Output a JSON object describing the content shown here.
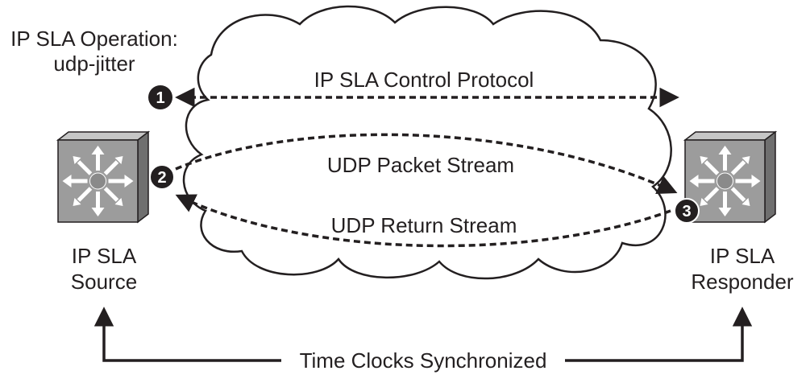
{
  "operation": {
    "line1": "IP SLA Operation:",
    "line2": "udp-jitter"
  },
  "control_protocol": "IP SLA Control Protocol",
  "packet_stream": "UDP Packet Stream",
  "return_stream": "UDP Return Stream",
  "source": {
    "line1": "IP SLA",
    "line2": "Source"
  },
  "responder": {
    "line1": "IP SLA",
    "line2": "Responder"
  },
  "sync": "Time Clocks Synchronized",
  "markers": [
    "1",
    "2",
    "3"
  ],
  "colors": {
    "ink": "#231f20",
    "switch_face": "#9c9c9c",
    "switch_top": "#c6c6c6",
    "switch_side": "#6f6f6f",
    "switch_hub": "#8a8a8a",
    "arrows_on_switch": "#ffffff"
  }
}
